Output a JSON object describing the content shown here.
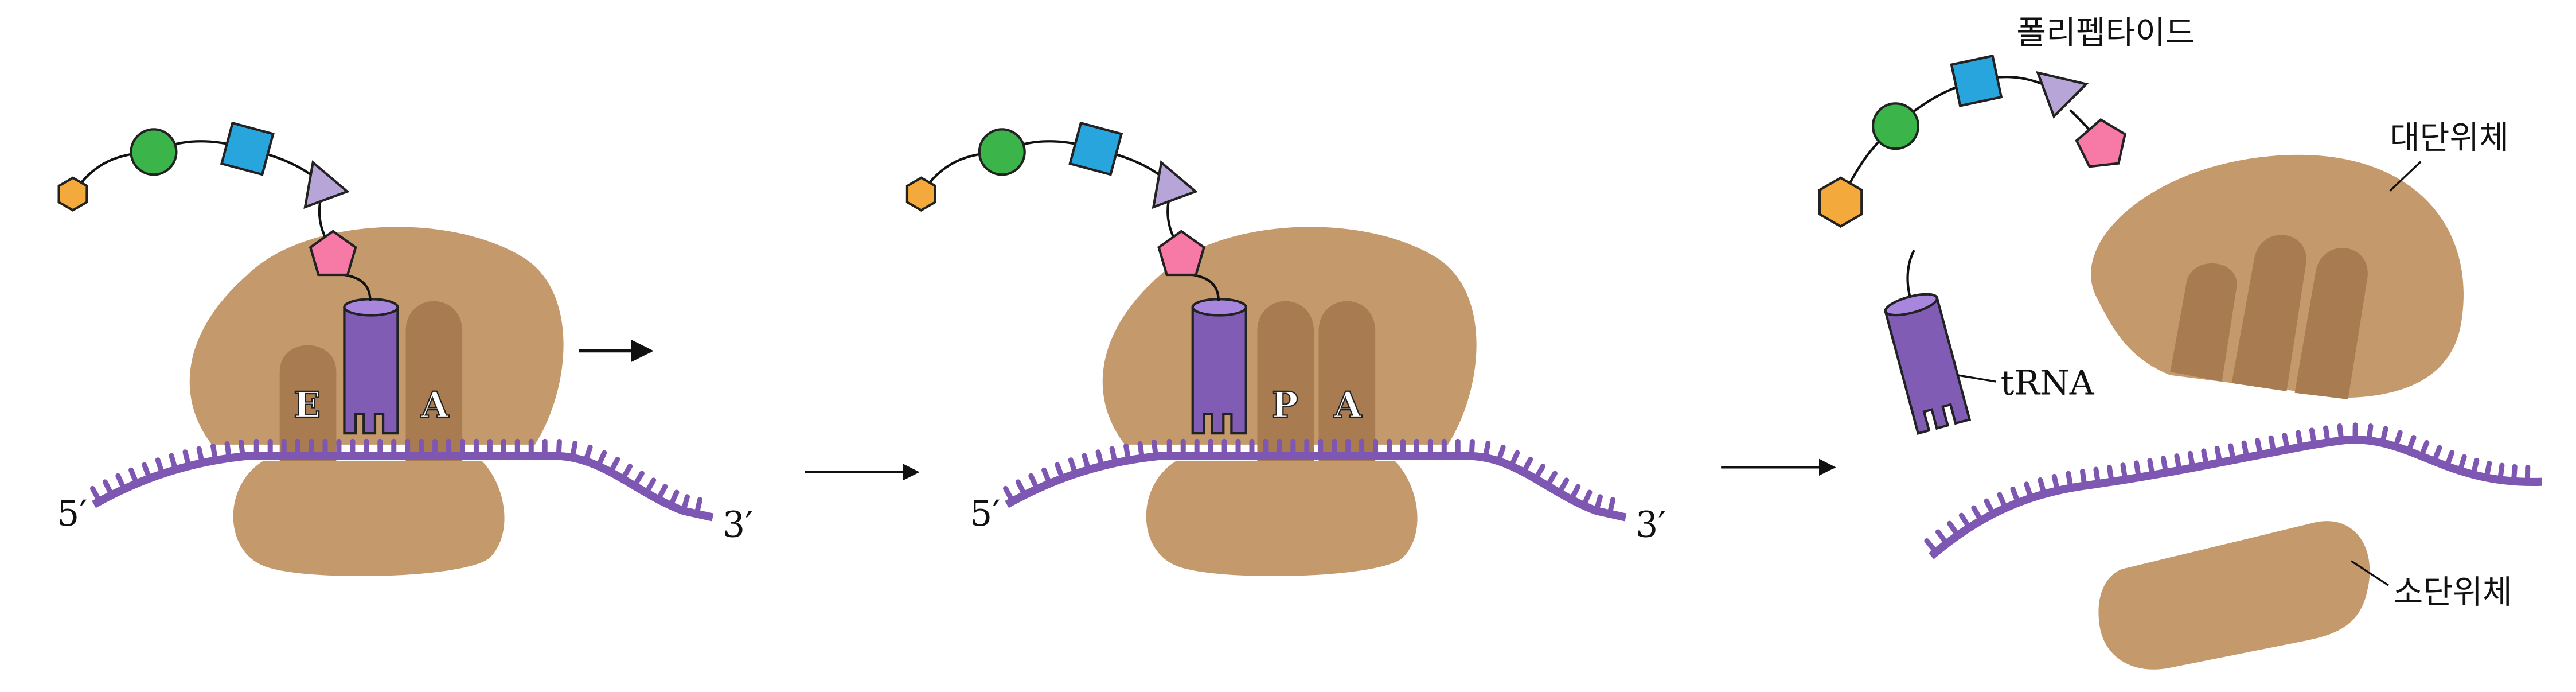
{
  "colors": {
    "ribosome": "#c4996b",
    "site": "#a87b50",
    "mrna": "#7e57b3",
    "trna_body": "#805cb4",
    "trna_top": "#a986de",
    "hexagon": "#f4a93c",
    "circle": "#3bb54a",
    "square": "#29a5dd",
    "triangle": "#b8a5d7",
    "pentagon": "#f77aa6",
    "line": "#111111"
  },
  "stage1": {
    "five_prime": "5′",
    "three_prime": "3′",
    "site_e": "E",
    "site_a": "A"
  },
  "stage2": {
    "five_prime": "5′",
    "three_prime": "3′",
    "site_p": "P",
    "site_a": "A"
  },
  "stage3": {
    "polypeptide_label": "폴리펩타이드",
    "large_subunit_label": "대단위체",
    "trna_label": "tRNA",
    "small_subunit_label": "소단위체"
  }
}
